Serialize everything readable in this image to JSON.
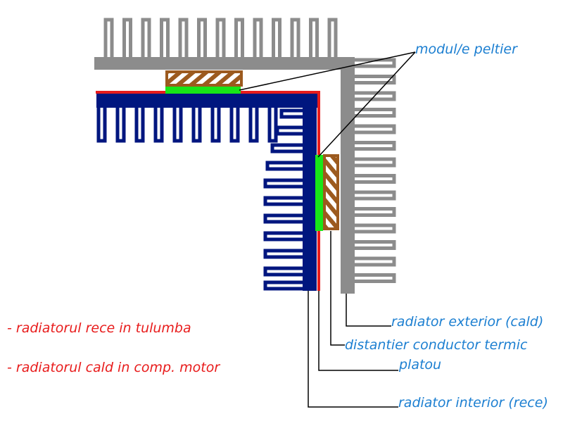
{
  "labels": {
    "peltier": "modul/e peltier",
    "exterior": "radiator exterior (cald)",
    "distantier": "distantier conductor termic",
    "platou": "platou",
    "interior": "radiator interior (rece)"
  },
  "notes": {
    "cold": "- radiatorul rece in tulumba",
    "hot": "- radiatorul cald in comp. motor"
  },
  "colors": {
    "gray_radiator": "#8c8c8c",
    "blue_radiator": "#00167f",
    "plate_red": "#e81c1c",
    "peltier_green": "#18e618",
    "spacer_brown": "#9c5a1e",
    "label_blue": "#1c7fd1",
    "note_red": "#e81c1c",
    "leader_line": "#000000"
  }
}
